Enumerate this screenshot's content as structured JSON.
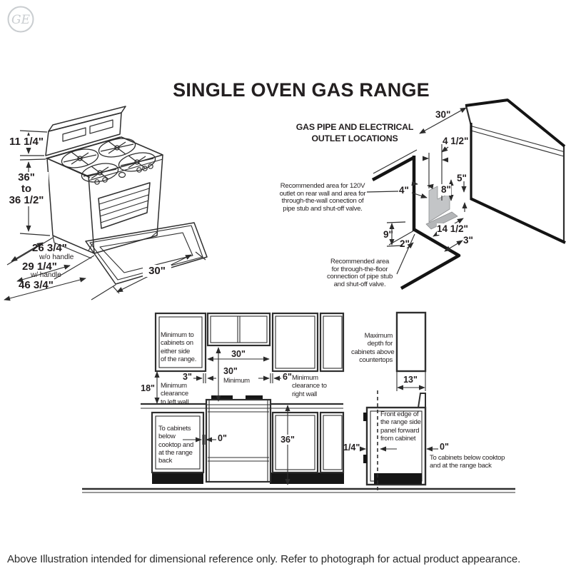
{
  "logo": {
    "monogram": "GE"
  },
  "title": "SINGLE OVEN GAS RANGE",
  "range": {
    "backsplash_height": "11 1/4\"",
    "body_height": "36\"\nto\n36 1/2\"",
    "depth_wo_handle": "26 3/4\"",
    "depth_wo_handle_note": "w/o handle",
    "depth_w_handle": "29 1/4\"",
    "depth_w_handle_note": "w/ handle",
    "depth_door_open": "46 3/4\"",
    "width": "30\""
  },
  "gas": {
    "heading": "GAS PIPE AND ELECTRICAL\nOUTLET LOCATIONS",
    "wall_note": "Recommended area for 120V\noutlet on rear wall and area for\nthrough-the-wall conection of\npipe stub and shut-off valve.",
    "floor_note": "Recommended area\nfor through-the-floor\nconnection of pipe stub\nand shut-off valve.",
    "dim_counter_width": "30\"",
    "dim_area_width": "4 1/2\"",
    "dim_below_counter": "5\"",
    "dim_area_height": "8\"",
    "dim_area_offset": "4\"",
    "dim_floor_depth": "14 1/2\"",
    "dim_floor_side": "3\"",
    "dim_wall_height": "9\"",
    "dim_wall_offset": "2\""
  },
  "elevation": {
    "side_cabinet_note": "Minimum to\ncabinets on\neither side\nof the range.",
    "dim_cabinet_width": "30\"",
    "dim_min_width": "30\"",
    "dim_min_width_label": "Minimum",
    "dim_left_gap": "3\"",
    "dim_cabinet_to_counter": "18\"",
    "left_wall_note": "Minimum\nclearance\nto left wall",
    "dim_right_gap": "6\"",
    "right_wall_note": "Minimum\nclearance to\nright wall",
    "base_cabinet_note": "To cabinets\nbelow\ncooktop and\nat the range\nback",
    "dim_zero_left": "0\"",
    "dim_counter_height": "36\"",
    "max_depth_note": "Maximum\ndepth for\ncabinets above\ncountertops",
    "dim_upper_depth": "13\"",
    "dim_quarter": "1/4\"",
    "front_edge_note": "Front edge of\nthe range side\npanel forward\nfrom cabinet",
    "dim_zero_right": "0\"",
    "zero_right_note": "To cabinets below cooktop\nand at the range back"
  },
  "footer": "Above Illustration intended for dimensional reference only. Refer to photograph for actual product appearance."
}
